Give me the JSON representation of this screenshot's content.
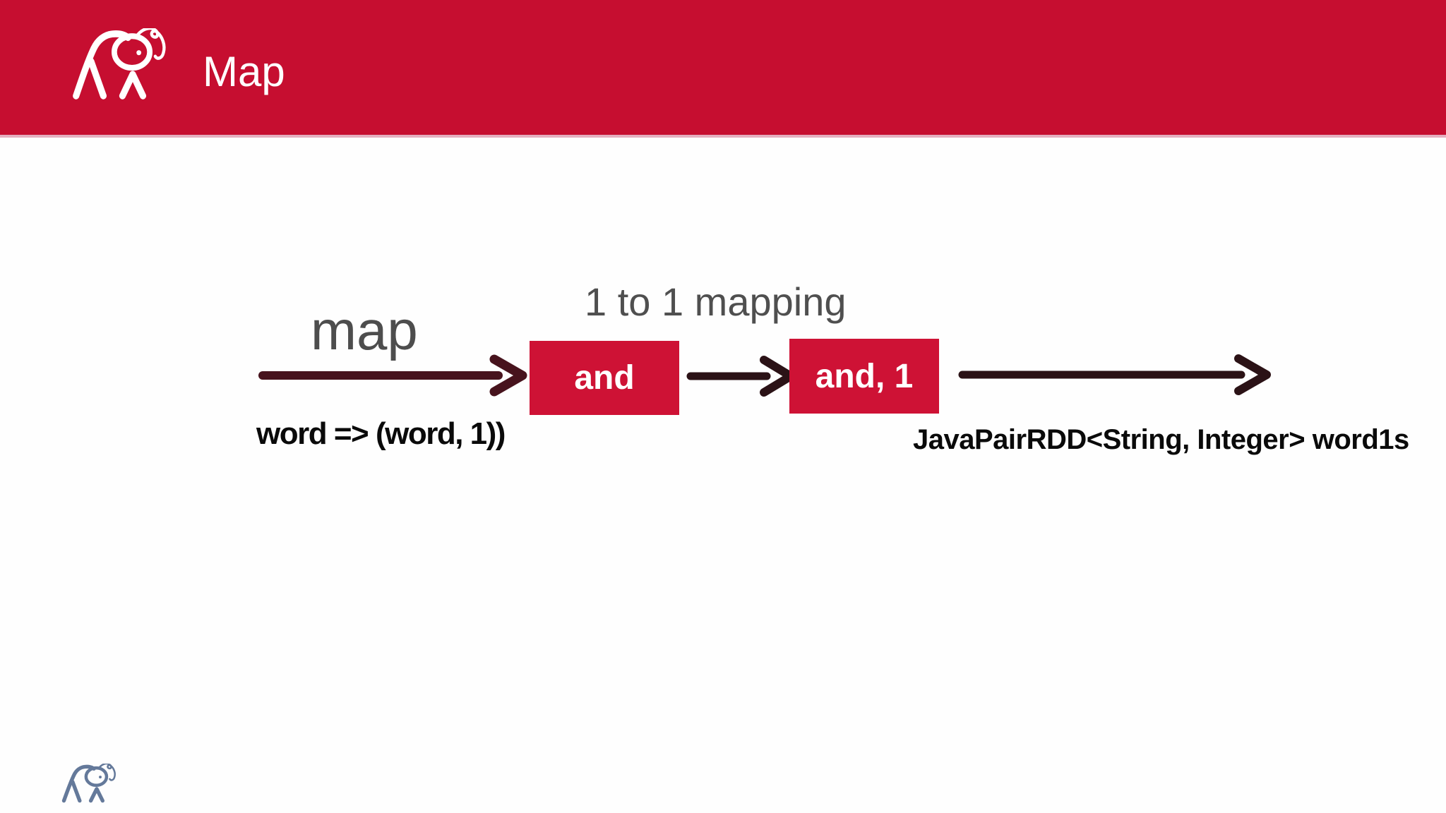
{
  "header": {
    "title": "Map",
    "logo_icon": "hadoop-elephant-icon",
    "bg_color": "#C60E30",
    "border_color": "#E4AFBF",
    "title_color": "#FFFFFF"
  },
  "diagram": {
    "map_label": "map",
    "mapping_label": "1 to 1 mapping",
    "input_box_label": "and",
    "output_box_label": "and, 1",
    "lambda_label": "word => (word, 1))",
    "result_type_label": "JavaPairRDD<String, Integer> word1s",
    "box_color": "#CE1235",
    "box_text_color": "#FFFFFF",
    "arrow_color_maroon": "#47131D",
    "arrow_color_dark": "#2B1216",
    "label_gray": "#4F4F4F",
    "code_color": "#0A0A0A"
  },
  "footer": {
    "logo_icon": "hadoop-elephant-icon",
    "logo_color": "#64799A"
  }
}
